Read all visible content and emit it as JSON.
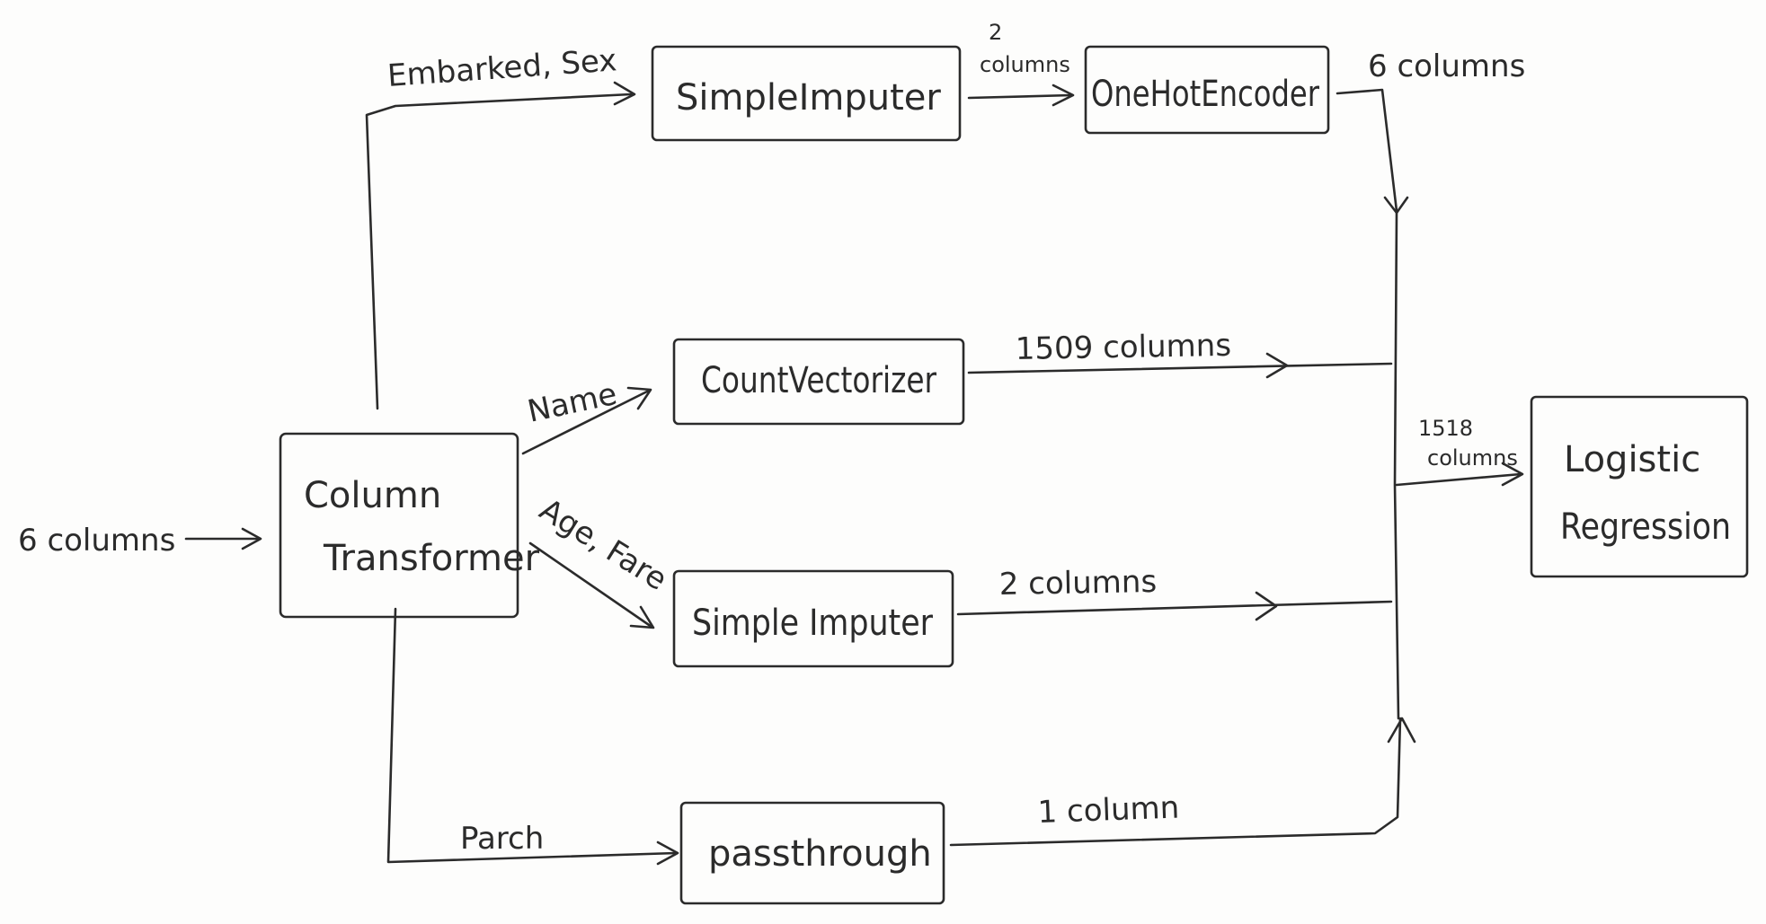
{
  "diagram": {
    "input_label": "6 columns",
    "nodes": {
      "column_transformer": [
        "Column",
        "Transformer"
      ],
      "simple_imputer_top": "SimpleImputer",
      "one_hot_encoder": "OneHotEncoder",
      "count_vectorizer": "CountVectorizer",
      "simple_imputer_mid": "Simple Imputer",
      "passthrough": "passthrough",
      "logistic_regression": [
        "Logistic",
        "Regression"
      ]
    },
    "edge_labels": {
      "embarked_sex": "Embarked, Sex",
      "two_columns_top": [
        "2",
        "columns"
      ],
      "six_columns_out": "6 columns",
      "name": "Name",
      "count_out": "1509 columns",
      "age_fare": "Age, Fare",
      "two_columns_mid": "2 columns",
      "parch": "Parch",
      "one_column": "1 column",
      "total": [
        "1518",
        "columns"
      ]
    }
  }
}
